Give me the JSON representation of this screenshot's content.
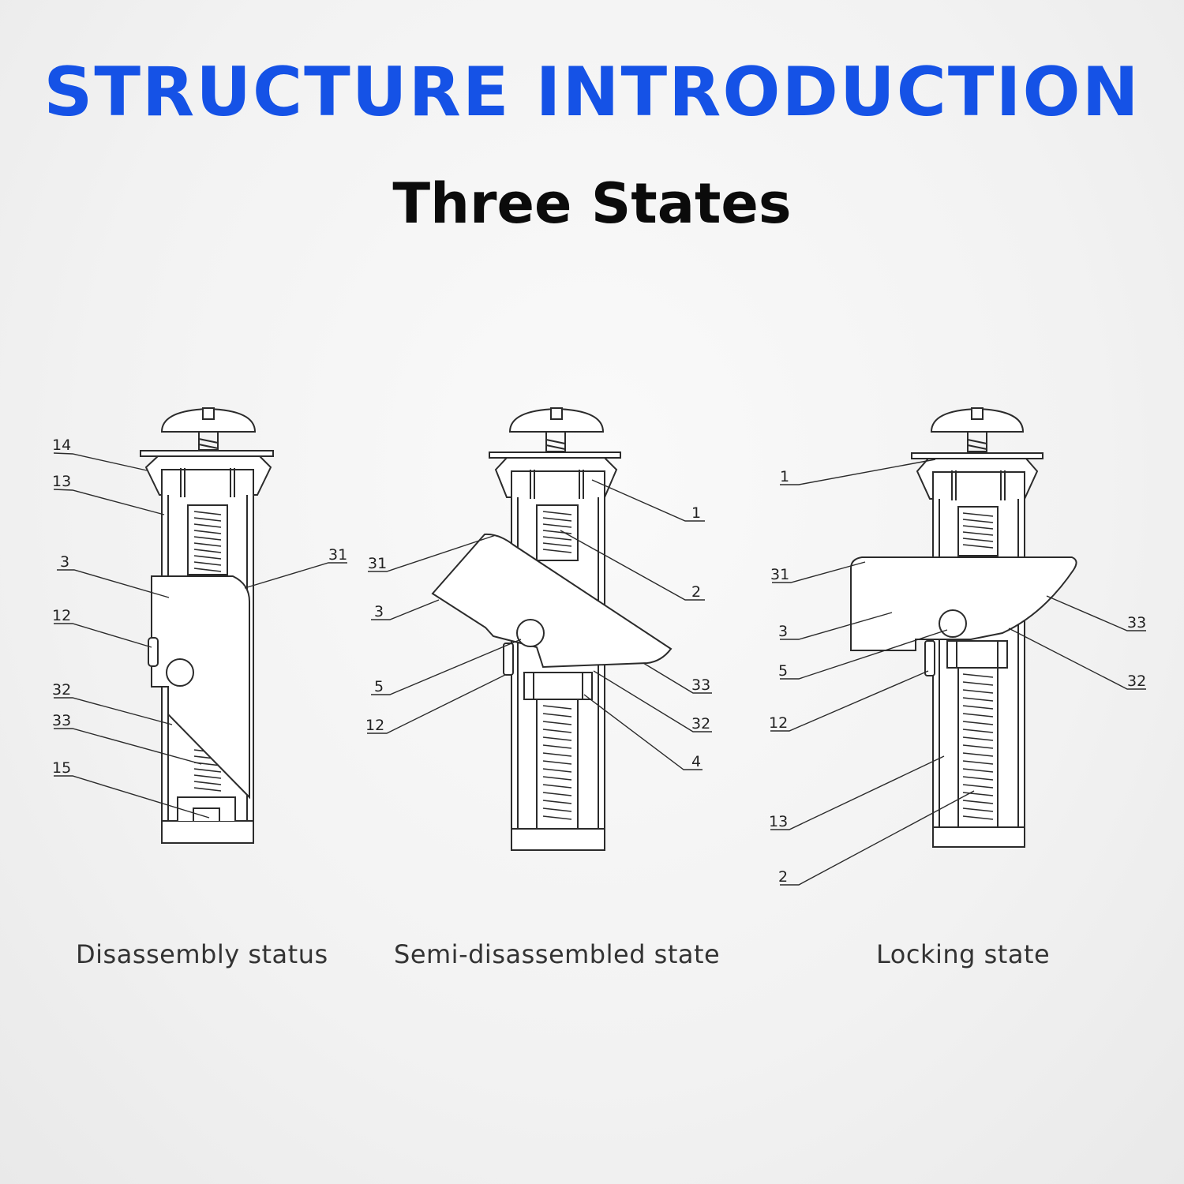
{
  "title": "STRUCTURE INTRODUCTION",
  "subtitle": "Three States",
  "states": [
    {
      "caption": "Disassembly status",
      "labels": [
        "14",
        "13",
        "3",
        "12",
        "32",
        "33",
        "15",
        "31"
      ]
    },
    {
      "caption": "Semi-disassembled state",
      "labels": [
        "31",
        "3",
        "5",
        "12",
        "1",
        "2",
        "33",
        "32",
        "4"
      ]
    },
    {
      "caption": "Locking state",
      "labels": [
        "1",
        "31",
        "3",
        "5",
        "12",
        "13",
        "2",
        "33",
        "32"
      ]
    }
  ]
}
